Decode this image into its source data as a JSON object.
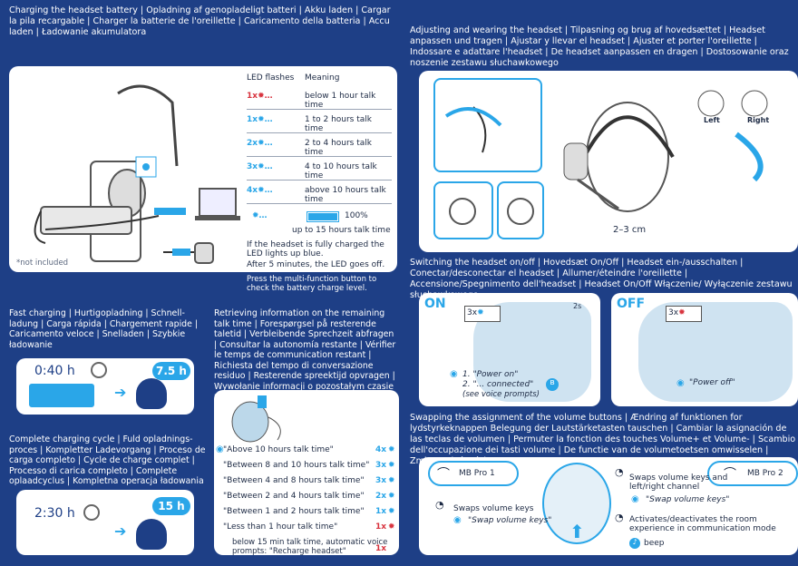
{
  "left_header": "Charging the headset battery | Opladning af genopladeligt batteri | Akku laden | Cargar la pila recargable | Charger la batterie de l'oreillette | Caricamento della batteria | Accu laden | Ładowanie akumulatora",
  "led_table": {
    "col1": "LED flashes",
    "col2": "Meaning",
    "rows": [
      {
        "flash": "1x",
        "meaning": "below 1 hour talk time",
        "color": "#d8343f"
      },
      {
        "flash": "1x",
        "meaning": "1 to 2 hours talk time",
        "color": "#2aa6e8"
      },
      {
        "flash": "2x",
        "meaning": "2 to 4 hours talk time",
        "color": "#2aa6e8"
      },
      {
        "flash": "3x",
        "meaning": "4 to 10 hours talk time",
        "color": "#2aa6e8"
      },
      {
        "flash": "4x",
        "meaning": "above 10 hours talk time",
        "color": "#2aa6e8"
      }
    ],
    "full_percent": "100%",
    "full_meaning": "up to 15 hours talk time"
  },
  "charge_note1": "If the headset is fully charged the LED lights up blue.",
  "charge_note2": "After 5 minutes, the LED goes off.",
  "charge_note3": "Press the multi-function button to check the battery charge level.",
  "not_included": "*not included",
  "fast_header": "Fast charging | Hurtigopladning | Schnell-ladung | Carga rápida | Chargement rapide | Caricamento veloce | Snelladen | Szybkie ładowanie",
  "fast_time": "0:40 h",
  "fast_result": "7.5 h",
  "complete_header": "Complete charging cycle | Fuld opladnings-proces | Kompletter Ladevorgang | Proceso de carga completo | Cycle de charge complet | Processo di carica completo | Complete oplaadcyclus | Kompletna operacja ładowania",
  "complete_time": "2:30 h",
  "complete_result": "15 h",
  "retrieve_header": "Retrieving information on the remaining talk time | Forespørgsel på resterende taletid | Verbleibende Sprechzeit abfragen | Consultar la autonomía restante | Vérifier le temps de communication restant | Richiesta del tempo di conversazione residuo | Resterende spreektijd opvragen | Wywołanie informacji o pozostałym czasie rozmowy",
  "prompts": [
    {
      "text": "\"Above 10 hours talk time\"",
      "count": "4x",
      "color": "#2aa6e8"
    },
    {
      "text": "\"Between 8 and 10 hours talk time\"",
      "count": "3x",
      "color": "#2aa6e8"
    },
    {
      "text": "\"Between 4 and 8 hours talk time\"",
      "count": "3x",
      "color": "#2aa6e8"
    },
    {
      "text": "\"Between 2 and 4 hours talk time\"",
      "count": "2x",
      "color": "#2aa6e8"
    },
    {
      "text": "\"Between 1 and 2 hours talk time\"",
      "count": "1x",
      "color": "#2aa6e8"
    },
    {
      "text": "\"Less than 1 hour talk time\"",
      "count": "1x",
      "color": "#d8343f"
    }
  ],
  "prompt_low1": "below 15 min talk time, automatic voice",
  "prompt_low2": "prompts: \"Recharge headset\"",
  "prompt_low_count": "1x",
  "adjust_header": "Adjusting and wearing the headset | Tilpasning og brug af hovedsættet | Headset anpassen und tragen | Ajustar y llevar el headset | Ajuster et porter l'oreillette | Indossare e adattare l'headset | De headset aanpassen en dragen | Dostosowanie oraz noszenie zestawu słuchawkowego",
  "left_label": "Left",
  "right_label": "Right",
  "distance": "2–3 cm",
  "switch_header": "Switching the headset on/off | Hovedsæt On/Off | Headset ein-/ausschalten | Conectar/desconectar el headset | Allumer/éteindre l'oreillette | Accensione/Spegnimento dell'headset | Headset On/Off Włączenie/ Wyłączenie zestawu słuchawkowego",
  "on_label": "ON",
  "off_label": "OFF",
  "on_flash": "3x",
  "off_flash": "3x",
  "press_time": "2s",
  "on_prompt1": "1. \"Power on\"",
  "on_prompt2": "2. \"... connected\"",
  "on_prompt3": "(see voice prompts)",
  "off_prompt": "\"Power off\"",
  "swap_header": "Swapping the assignment of the volume buttons | Ændring af funktionen for lydstyrkeknappen Belegung der Lautstärketasten tauschen | Cambiar la asignación de las teclas de volumen | Permuter la fonction des touches Volume+ et Volume- | Scambio dell'occupazione dei tasti volume | De functie van de volumetoetsen omwisselen | Zmiana głośności",
  "mb1": "MB Pro 1",
  "mb2": "MB Pro 2",
  "swap_label": "Swaps volume keys",
  "swap_prompt": "\"Swap volume keys\"",
  "swap_lr": "Swaps volume keys and left/right channel",
  "swap_lr_prompt": "\"Swap volume keys\"",
  "room_exp": "Activates/deactivates the room experience in communication mode",
  "beep": "beep"
}
